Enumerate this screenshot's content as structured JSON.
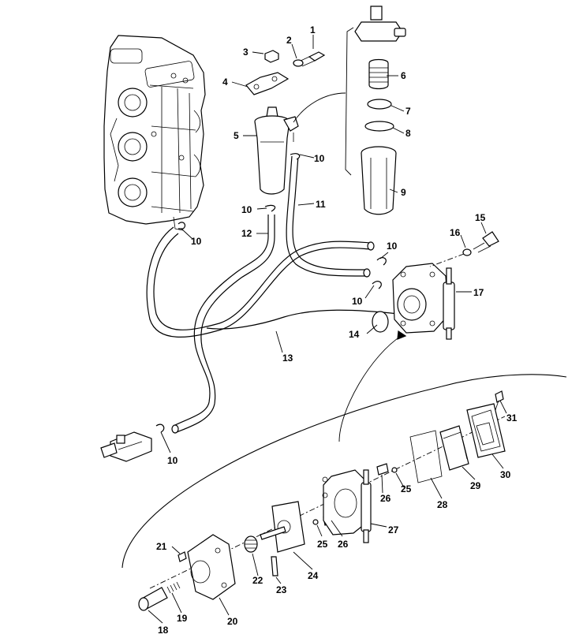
{
  "callouts": {
    "c1": "1",
    "c2": "2",
    "c3": "3",
    "c4": "4",
    "c5": "5",
    "c6": "6",
    "c7": "7",
    "c8": "8",
    "c9": "9",
    "c10a": "10",
    "c10b": "10",
    "c10c": "10",
    "c10d": "10",
    "c10e": "10",
    "c10f": "10",
    "c11": "11",
    "c12": "12",
    "c13": "13",
    "c14": "14",
    "c15": "15",
    "c16": "16",
    "c17": "17",
    "c18": "18",
    "c19": "19",
    "c20": "20",
    "c21": "21",
    "c22": "22",
    "c23": "23",
    "c24": "24",
    "c25a": "25",
    "c25b": "25",
    "c26a": "26",
    "c26b": "26",
    "c27": "27",
    "c28": "28",
    "c29": "29",
    "c30": "30",
    "c31": "31"
  }
}
